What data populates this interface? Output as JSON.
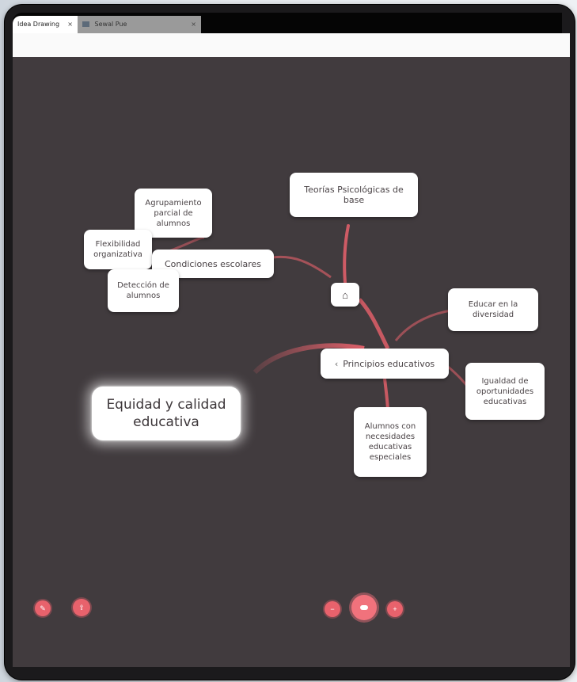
{
  "window": {
    "tabs": [
      {
        "label": "Idea Drawing",
        "close": "×"
      },
      {
        "label": "Sewal Pue",
        "close": "×"
      }
    ]
  },
  "mindmap": {
    "root": "Equidad y calidad educativa",
    "hub_icon": "home-icon",
    "nodes": {
      "teorias": "Teorías Psicológicas de base",
      "agrupamiento": "Agrupamiento parcial de alumnos",
      "flexibilidad": "Flexibilidad organizativa",
      "condiciones": "Condiciones escolares",
      "deteccion": "Detección de alumnos",
      "principios": "Principios educativos",
      "diversidad": "Educar en la diversidad",
      "igualdad": "Igualdad de oportunidades educativas",
      "necesidades": "Alumnos con necesidades educativas especiales"
    }
  },
  "toolbar": {
    "left": [
      "edit-icon",
      "share-icon"
    ],
    "center": [
      "zoom-out-icon",
      "focus-icon",
      "zoom-in-icon"
    ]
  },
  "colors": {
    "canvas": "#413b3e",
    "accent": "#e8626c",
    "node": "#ffffff"
  }
}
